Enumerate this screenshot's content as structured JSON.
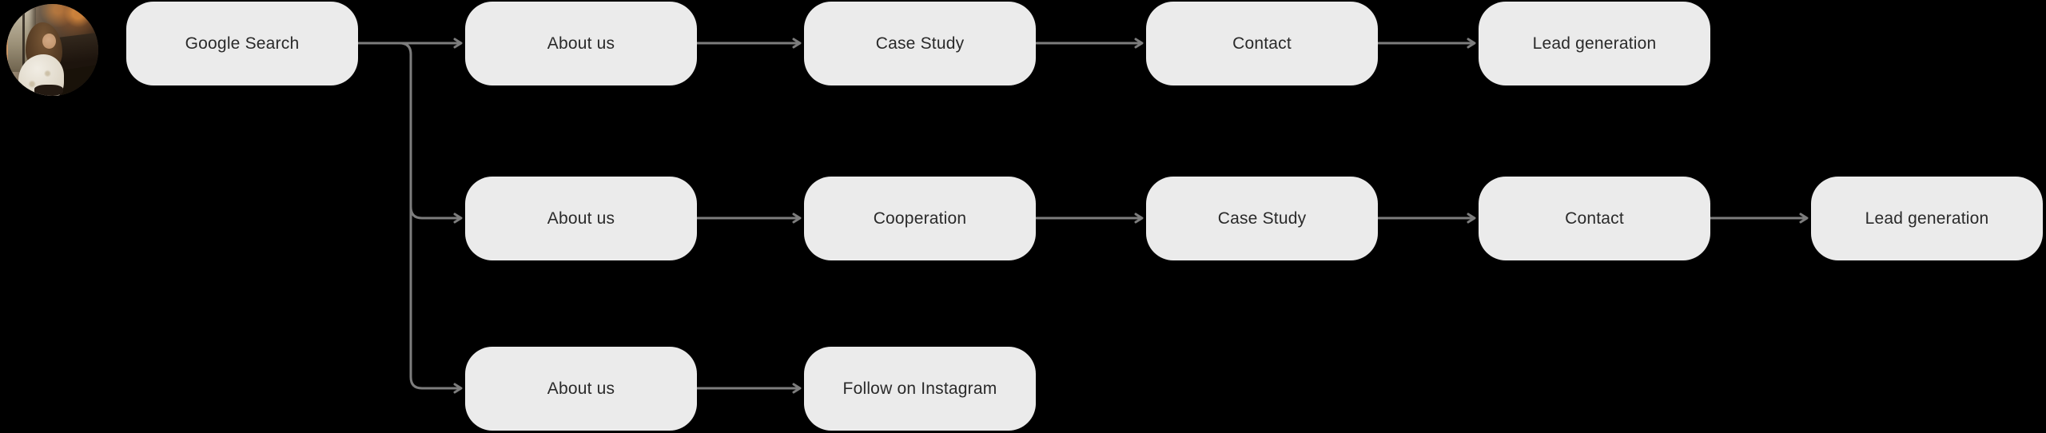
{
  "page": {
    "background": "#000000"
  },
  "palette": {
    "node_fill": "#EBEBEB",
    "node_text": "#2A2A2A",
    "connector": "#7D7D7D"
  },
  "avatar": {
    "description": "circular photo of a woman with long brown hair sitting in a cafe"
  },
  "rows": [
    {
      "nodes": [
        {
          "label": "Google Search"
        },
        {
          "label": "About us"
        },
        {
          "label": "Case Study"
        },
        {
          "label": "Contact"
        },
        {
          "label": "Lead generation"
        }
      ]
    },
    {
      "nodes": [
        {
          "label": "About us"
        },
        {
          "label": "Cooperation"
        },
        {
          "label": "Case Study"
        },
        {
          "label": "Contact"
        },
        {
          "label": "Lead generation"
        }
      ]
    },
    {
      "nodes": [
        {
          "label": "About us"
        },
        {
          "label": "Follow on Instagram"
        }
      ]
    }
  ],
  "connections": [
    {
      "from": "Google Search",
      "to": "About us (row 1)"
    },
    {
      "from": "Google Search",
      "to": "About us (row 2)"
    },
    {
      "from": "Google Search",
      "to": "About us (row 3)"
    },
    {
      "from": "About us (row 1)",
      "to": "Case Study (row 1)"
    },
    {
      "from": "Case Study (row 1)",
      "to": "Contact (row 1)"
    },
    {
      "from": "Contact (row 1)",
      "to": "Lead generation (row 1)"
    },
    {
      "from": "About us (row 2)",
      "to": "Cooperation"
    },
    {
      "from": "Cooperation",
      "to": "Case Study (row 2)"
    },
    {
      "from": "Case Study (row 2)",
      "to": "Contact (row 2)"
    },
    {
      "from": "Contact (row 2)",
      "to": "Lead generation (row 2)"
    },
    {
      "from": "About us (row 3)",
      "to": "Follow on Instagram"
    }
  ]
}
